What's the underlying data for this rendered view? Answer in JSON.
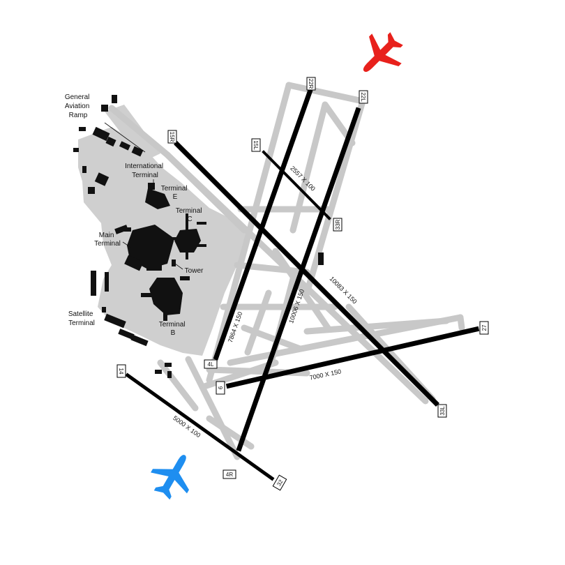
{
  "colors": {
    "taxiway": "#c8c8c8",
    "apron": "#cfcfcf",
    "runway": "#000000",
    "building": "#111111",
    "arrival_plane": "#e8211c",
    "departure_plane": "#1e8ef0"
  },
  "labels": {
    "general_aviation": [
      "General",
      "Aviation",
      "Ramp"
    ],
    "international": [
      "International",
      "Terminal"
    ],
    "terminal_e": [
      "Terminal",
      "E"
    ],
    "terminal_c": [
      "Terminal",
      "C"
    ],
    "main_terminal": [
      "Main",
      "Terminal"
    ],
    "tower": "Tower",
    "satellite": [
      "Satellite",
      "Terminal"
    ],
    "terminal_b": [
      "Terminal",
      "B"
    ]
  },
  "runways": {
    "r_22r_4l": {
      "dims": "7864 X 150",
      "end_a": "22R",
      "end_b": "4L"
    },
    "r_22l_4r": {
      "dims": "10006 X 150",
      "end_a": "22L",
      "end_b": "4R"
    },
    "r_15r_33l": {
      "dims": "10083 X 150",
      "end_a": "15R",
      "end_b": "33L"
    },
    "r_15l_33r": {
      "dims": "2557 X 100",
      "end_a": "15L",
      "end_b": "33R"
    },
    "r_9_27": {
      "dims": "7000 X 150",
      "end_a": "9",
      "end_b": "27"
    },
    "r_14_32": {
      "dims": "5000 X 100",
      "end_a": "14",
      "end_b": "32"
    }
  },
  "icons": {
    "arrival": "airplane-icon",
    "departure": "airplane-icon"
  }
}
